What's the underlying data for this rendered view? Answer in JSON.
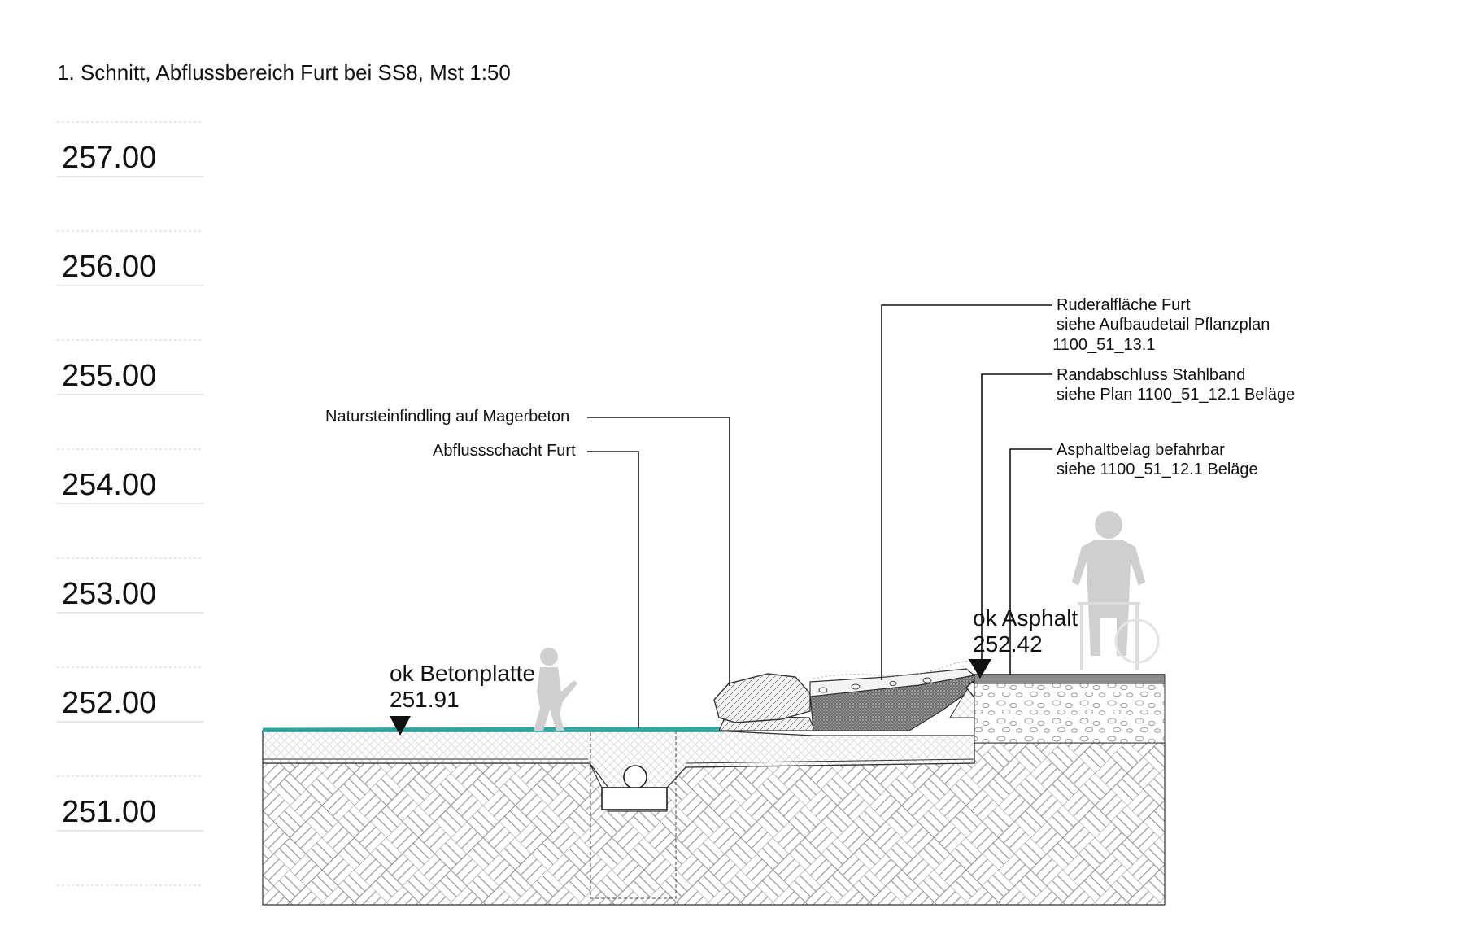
{
  "title": "1. Schnitt, Abflussbereich Furt bei SS8, Mst 1:50",
  "levels": [
    "257.00",
    "256.00",
    "255.00",
    "254.00",
    "253.00",
    "252.00",
    "251.00"
  ],
  "elevations": {
    "betonplatte": {
      "label": "ok Betonplatte",
      "value": "251.91"
    },
    "asphalt": {
      "label": "ok Asphalt",
      "value": "252.42"
    }
  },
  "callouts": {
    "naturstein": "Natursteinfindling auf Magerbeton",
    "abfluss": "Abflussschacht Furt",
    "ruderal": {
      "line1": "Ruderalfläche Furt",
      "line2": "siehe Aufbaudetail Pflanzplan",
      "line3": "1100_51_13.1"
    },
    "randabschluss": {
      "line1": "Randabschluss Stahlband",
      "line2": "siehe Plan 1100_51_12.1 Beläge"
    },
    "asphaltbelag": {
      "line1": "Asphaltbelag befahrbar",
      "line2": "siehe 1100_51_12.1 Beläge"
    }
  },
  "colors": {
    "water": "#2aa7a0",
    "figure": "#cfcfcf",
    "hatch": "#9a9a9a",
    "asphalt": "#8a8a8a"
  }
}
